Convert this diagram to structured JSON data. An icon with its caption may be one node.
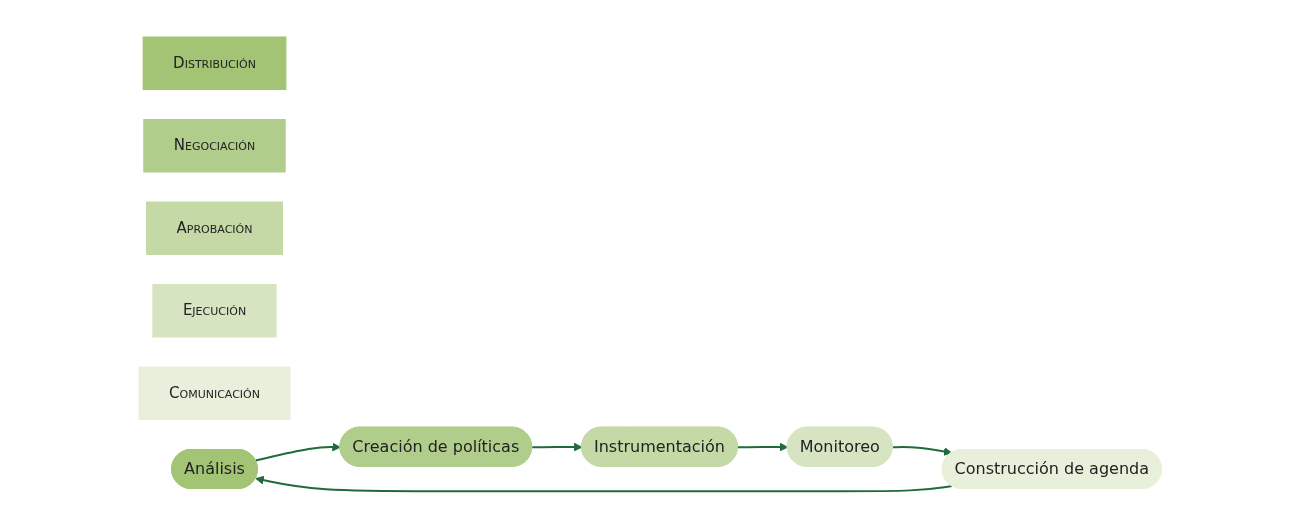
{
  "diagram": {
    "nodes": [
      {
        "text": [
          "Distribución"
        ]
      },
      {
        "text": [
          "Negociación"
        ]
      },
      {
        "text": [
          "Aprobación"
        ]
      },
      {
        "text": [
          "Ejecución"
        ]
      },
      {
        "text": [
          "Comunicación"
        ]
      },
      {
        "text": [
          "Análisis"
        ]
      },
      {
        "text": [
          "Creación de políticas"
        ]
      },
      {
        "text": [
          "Instrumentación"
        ]
      },
      {
        "text": [
          "Monitoreo"
        ]
      },
      {
        "text": [
          "Construcción de agenda"
        ]
      }
    ],
    "edges": [
      {
        "from": 5,
        "to": 6,
        "arrow": "to"
      },
      {
        "from": 6,
        "to": 7,
        "arrow": "to"
      },
      {
        "from": 7,
        "to": 8,
        "arrow": "to"
      },
      {
        "from": 8,
        "to": 9,
        "arrow": "to"
      },
      {
        "from": 9,
        "to": 5,
        "arrow": "to"
      }
    ]
  }
}
